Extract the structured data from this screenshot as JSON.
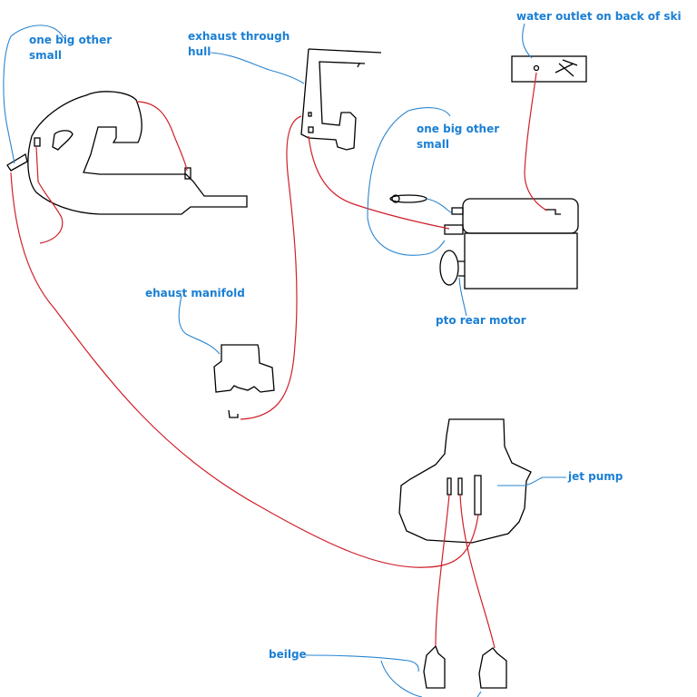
{
  "colors": {
    "label": "#1a7fd4",
    "leader": "#2b86d0",
    "hose": "#d0202a",
    "part": "#000000"
  },
  "labels": {
    "cooling_left": "one big other\nsmall",
    "exhaust_hull": "exhaust through\nhull",
    "water_outlet": "water outlet on back of ski",
    "cooling_right": "one big other\nsmall",
    "pto": "pto rear motor",
    "manifold": "ehaust manifold",
    "jet_pump": "jet pump",
    "bilge": "beilge"
  }
}
